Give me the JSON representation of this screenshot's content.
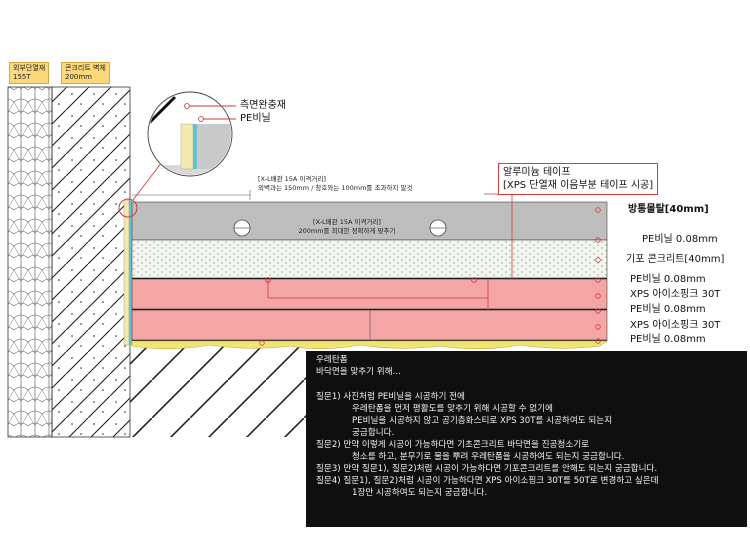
{
  "material_tags": [
    {
      "line1": "외부단열재",
      "line2": "155T"
    },
    {
      "line1": "콘크리트 벽체",
      "line2": "200mm"
    }
  ],
  "detail_labels": {
    "side_buffer": "측면완충재",
    "pe_vinyl": "PE비닐"
  },
  "pipe_notes": {
    "outer_line1": "[X-L배관 15A 이격거리]",
    "outer_line2": "외벽과는 150mm / 창호와는 100mm를 초과하지 말것",
    "inner_line1": "[X-L배관 15A 이격거리]",
    "inner_line2": "200mm를 최대한 정확하게 맞추기"
  },
  "tape_callout": {
    "line1": "알루미늄 테이프",
    "line2": "[XPS 단열재 이음부분 테이프 시공]"
  },
  "layer_labels": [
    "방통몰탈[40mm]",
    "PE비닐 0.08mm",
    "기포 콘크리트[40mm]",
    "PE비닐 0.08mm",
    "XPS 아이소핑크 30T",
    "PE비닐 0.08mm",
    "XPS 아이소핑크 30T",
    "PE비닐 0.08mm"
  ],
  "qa_box": {
    "title": "우레탄폼",
    "subtitle": "바닥면을 맞추기 위해...",
    "lines": [
      "질문1) 사진처럼 PE비닐을 시공하기 전에",
      "우레탄폼을 먼저 평활도를 맞추기 위해 시공할 수 없기에",
      "PE비닐을 시공하지 않고 공기층화스티로 XPS 30T를 시공하여도 되는지",
      "궁금합니다.",
      "질문2) 만약 이렇게 시공이 가능하다면 기초콘크리트 바닥면을 진공청소기로",
      "청소를 하고, 분무기로 물을 뿌려 우레탄폼을 시공하여도 되는지 궁금합니다.",
      "질문3) 만약 질문1), 질문2)처럼 시공이 가능하다면 기포콘크리트를 안해도 되는지 궁금합니다.",
      "질문4) 질문1), 질문2)처럼 시공이 가능하다면 XPS 아이소핑크 30T를 50T로 변경하고 싶은데",
      "1장만 시공하여도 되는지 궁금합니다."
    ]
  },
  "colors": {
    "mortar": "#bdbdbd",
    "foam_concrete": "#f1f6ee",
    "xps": "#f4a5a5",
    "urethane": "#f2e574",
    "callout_red": "#d23b3b",
    "qa_bg": "#0f0f0f"
  }
}
